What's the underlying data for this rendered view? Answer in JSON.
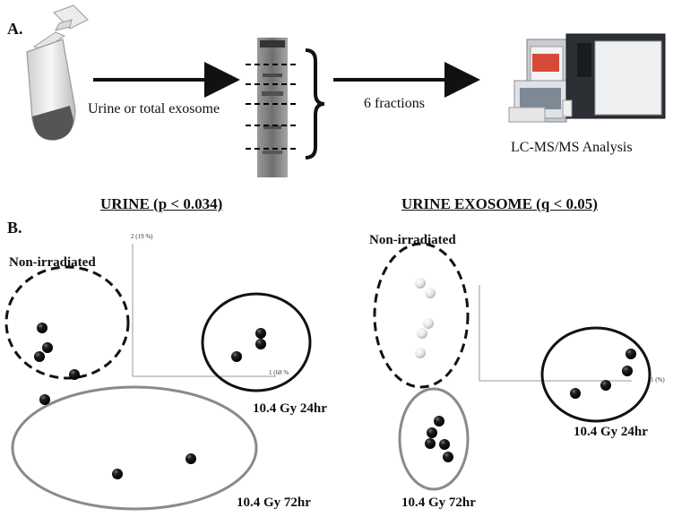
{
  "panel_a": {
    "label": "A.",
    "arrow1_text": "Urine or total exosome",
    "arrow2_text": "6 fractions",
    "instrument_text": "LC-MS/MS Analysis"
  },
  "panel_b": {
    "label": "B.",
    "urine": {
      "title": "URINE (p < 0.034)",
      "y_axis_label": "2 (19 %)",
      "x_axis_label": "1 (68 %",
      "groups": {
        "non_irradiated": "Non-irradiated",
        "gy24": "10.4 Gy 24hr",
        "gy72": "10.4 Gy 72hr"
      }
    },
    "exosome": {
      "title": "URINE EXOSOME (q < 0.05)",
      "x_axis_label": "1 (%)",
      "groups": {
        "non_irradiated": "Non-irradiated",
        "gy24": "10.4 Gy 24hr",
        "gy72": "10.4 Gy 72hr"
      }
    }
  },
  "colors": {
    "black_group_outline": "#111111",
    "gray_group_outline": "#8a8a8a",
    "dark_points": "#111111",
    "light_points": "#e6e6e6"
  }
}
